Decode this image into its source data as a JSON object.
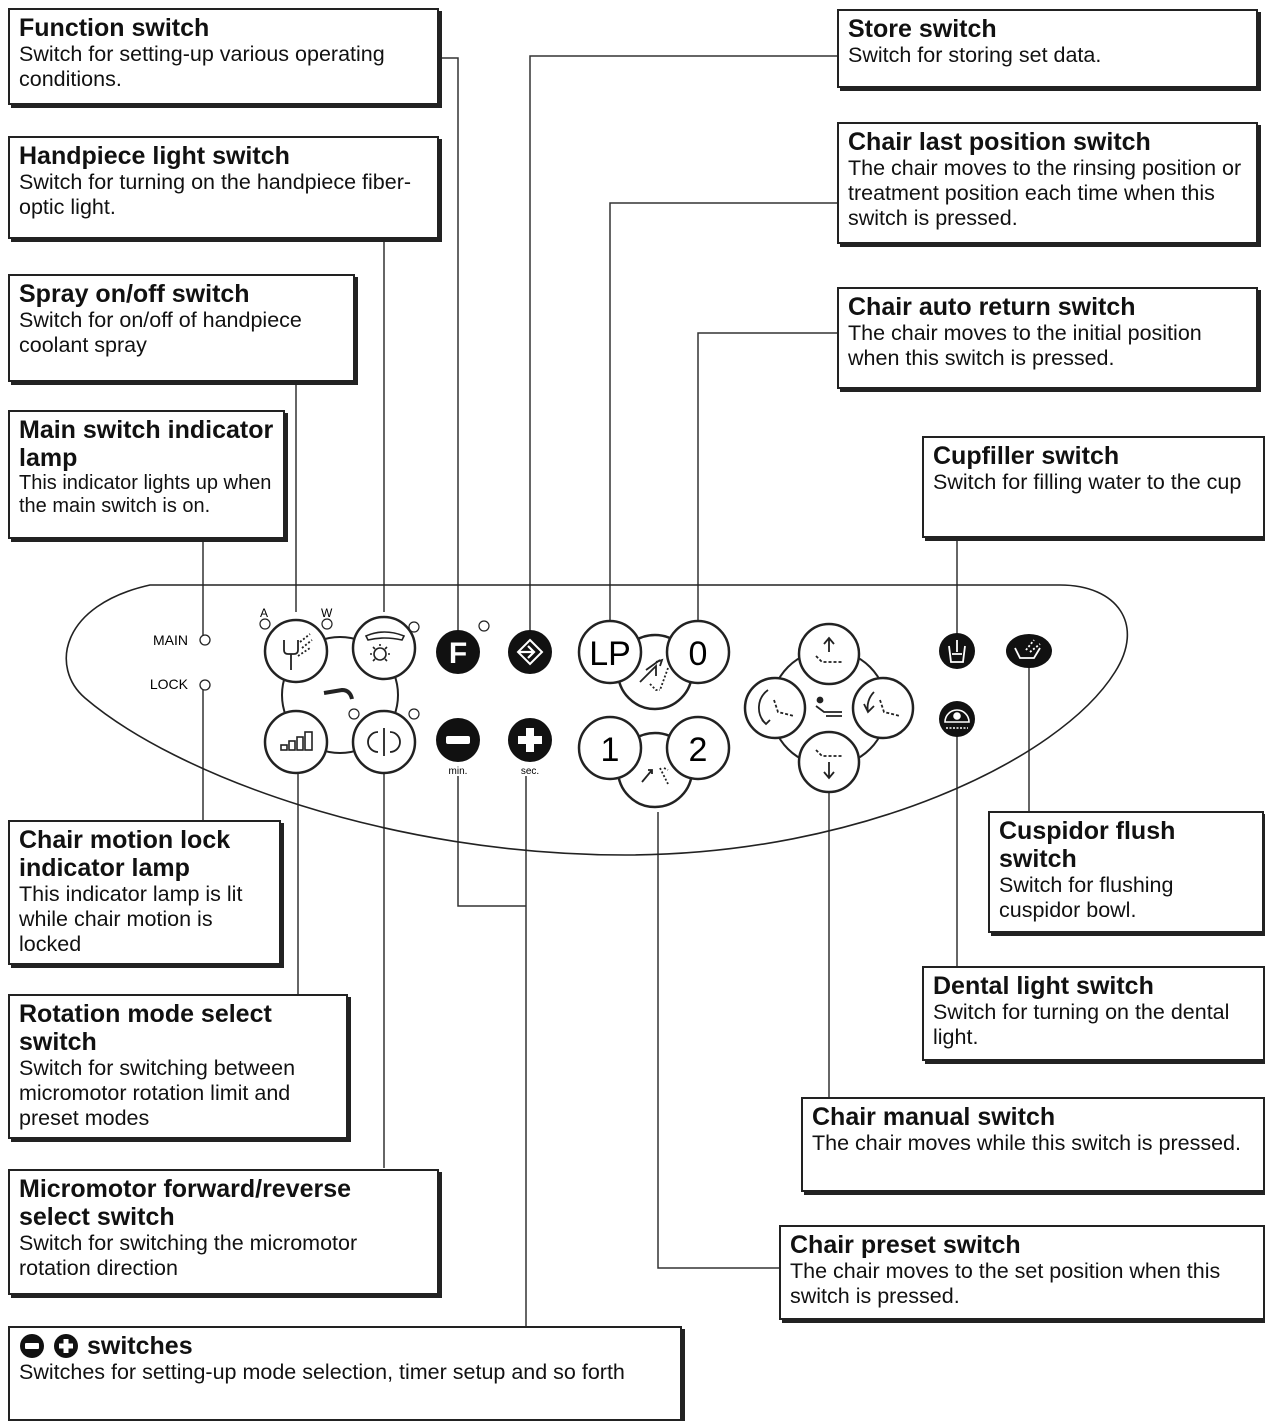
{
  "callouts": {
    "function": {
      "title": "Function switch",
      "desc": "Switch for setting-up various operating conditions."
    },
    "handlight": {
      "title": "Handpiece light switch",
      "desc": "Switch for turning on the handpiece fiber-optic light."
    },
    "spray": {
      "title": "Spray on/off switch",
      "desc": "Switch for on/off of handpiece coolant spray"
    },
    "mainlamp": {
      "title": "Main switch indicator lamp",
      "desc": "This indicator lights up when the main switch is on."
    },
    "locklamp": {
      "title": "Chair motion lock indicator lamp",
      "desc": "This indicator lamp is lit while chair motion is locked"
    },
    "rotation": {
      "title": "Rotation mode select switch",
      "desc": "Switch for switching between micromotor rotation limit and preset modes"
    },
    "fwdrev": {
      "title": "Micromotor forward/reverse select switch",
      "desc": "Switch for switching the micromotor rotation direction"
    },
    "minusplus": {
      "title": "switches",
      "desc": "Switches for setting-up mode selection, timer setup and so forth"
    },
    "store": {
      "title": "Store switch",
      "desc": "Switch for storing set data."
    },
    "lastpos": {
      "title": "Chair last position switch",
      "desc": "The chair moves to the rinsing position or treatment position each time when this switch is pressed."
    },
    "autoreturn": {
      "title": "Chair auto return switch",
      "desc": "The chair moves to the initial position when this switch is pressed."
    },
    "cupfiller": {
      "title": "Cupfiller switch",
      "desc": "Switch for filling water to the cup"
    },
    "cuspidor": {
      "title": "Cuspidor flush switch",
      "desc": "Switch for flushing cuspidor bowl."
    },
    "dental": {
      "title": "Dental light switch",
      "desc": "Switch for turning on the dental light."
    },
    "manual": {
      "title": "Chair manual switch",
      "desc": "The chair moves while this switch is pressed."
    },
    "preset": {
      "title": "Chair preset switch",
      "desc": "The chair moves to the set position when this switch is pressed."
    }
  },
  "panel": {
    "main_label": "MAIN",
    "lock_label": "LOCK",
    "a_label": "A",
    "w_label": "W",
    "f_label": "F",
    "lp_label": "LP",
    "zero_label": "0",
    "one_label": "1",
    "two_label": "2",
    "min_label": "min.",
    "sec_label": "sec."
  },
  "icons": [
    "spray-icon",
    "handpiece-light-icon",
    "rotation-bars-icon",
    "forward-reverse-icon",
    "store-arrow-icon",
    "minus-icon",
    "plus-icon",
    "chair-up-icon",
    "chair-down-icon",
    "chair-back-left-icon",
    "chair-back-right-icon",
    "cupfiller-icon",
    "cuspidor-flush-icon",
    "dental-light-icon"
  ]
}
